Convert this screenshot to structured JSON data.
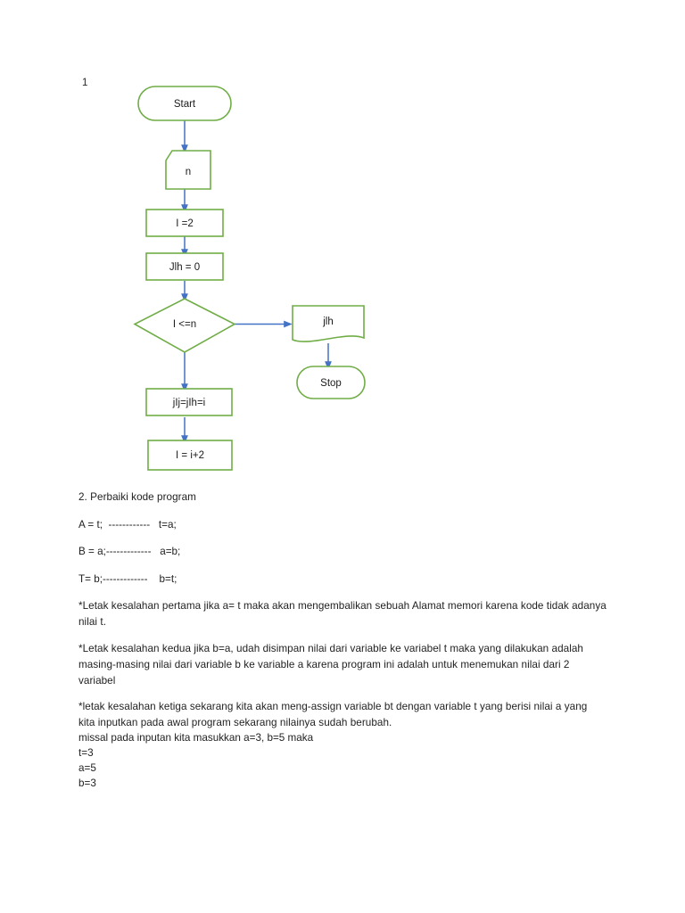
{
  "page": {
    "background": "#ffffff",
    "shape_stroke": "#70AD47",
    "arrow_color": "#4472C4",
    "text_color": "#1f1f1f"
  },
  "flowchart": {
    "index_label": "1",
    "nodes": {
      "start": "Start",
      "input_n": "n",
      "init_i": "I =2",
      "init_jlh": "Jlh = 0",
      "decision": "I <=n",
      "output_jlh": "jlh",
      "stop": "Stop",
      "accumulate": "jIj=jIh=i",
      "increment": "I = i+2"
    }
  },
  "content": {
    "section_heading": "2.  Perbaiki kode program",
    "code_lines": [
      "A = t;  ------------   t=a;",
      "B = a;-------------   a=b;",
      "T= b;-------------    b=t;"
    ],
    "paragraphs": [
      "*Letak kesalahan pertama jika a= t maka akan mengembalikan sebuah Alamat memori karena kode tidak adanya nilai t.",
      "*Letak kesalahan kedua jika b=a, udah disimpan nilai dari variable ke variabel t maka yang dilakukan adalah masing-masing nilai dari variable b ke variable a karena program ini adalah untuk menemukan nilai dari 2 variabel",
      "*letak kesalahan ketiga sekarang kita akan meng-assign variable bt dengan variable t yang berisi nilai a yang kita inputkan pada awal program sekarang nilainya sudah berubah."
    ],
    "example_lines": [
      "missal pada inputan kita masukkan a=3, b=5 maka",
      "t=3",
      "a=5",
      "b=3"
    ]
  }
}
